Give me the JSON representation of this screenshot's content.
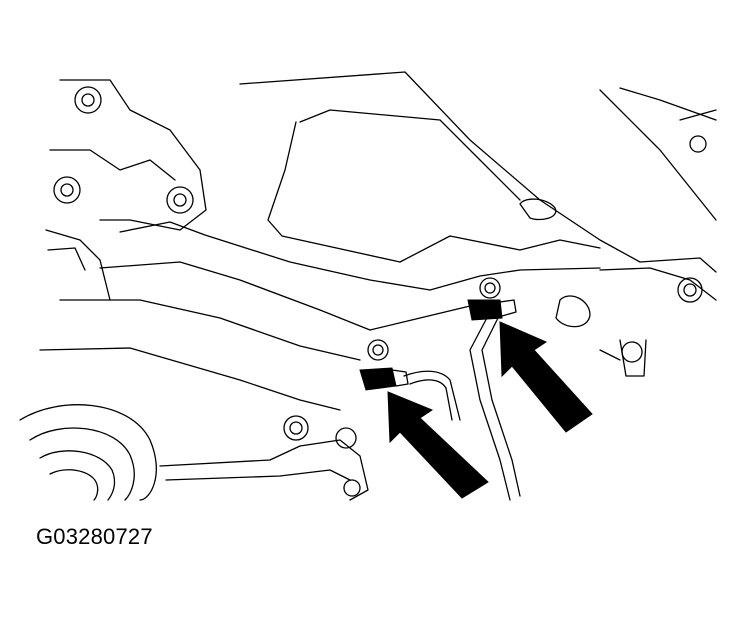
{
  "figure": {
    "id_label": "G03280727",
    "ink_color": "#000000",
    "background_color": "#ffffff",
    "callouts": [
      {
        "icon": "arrow-icon",
        "target": "connector-1"
      },
      {
        "icon": "arrow-icon",
        "target": "connector-2"
      }
    ]
  }
}
